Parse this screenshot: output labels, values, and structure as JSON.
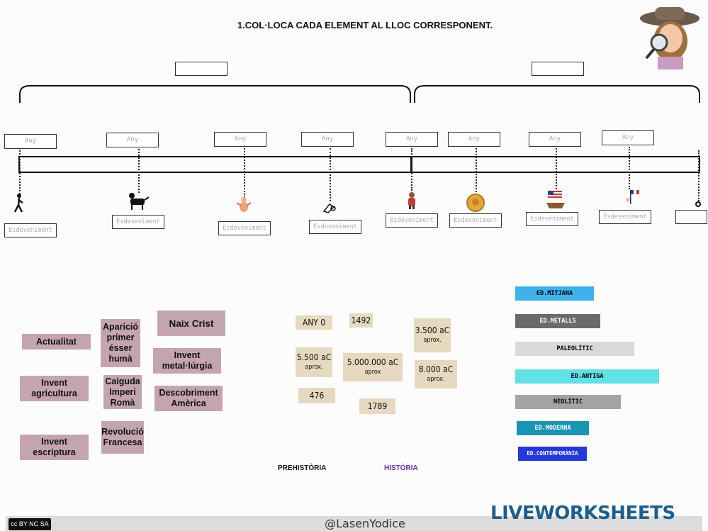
{
  "title": "1.COL·LOCA CADA ELEMENT AL LLOC CORRESPONENT.",
  "year_placeholder": "Any",
  "event_placeholder": "Esdeveniment",
  "event_cards": [
    "Actualitat",
    "Aparició primer ésser humà",
    "Naix Crist",
    "Invent metal·lúrgia",
    "Invent agricultura",
    "Caiguda Imperi Romà",
    "Descobriment Amèrica",
    "Invent escriptura",
    "Revolució Francesa"
  ],
  "year_cards": [
    {
      "main": "ANY 0",
      "sub": ""
    },
    {
      "main": "1492",
      "sub": ""
    },
    {
      "main": "3.500 aC",
      "sub": "aprox."
    },
    {
      "main": "5.500 aC",
      "sub": "aprox."
    },
    {
      "main": "5.000.000 aC",
      "sub": "aprox"
    },
    {
      "main": "8.000 aC",
      "sub": "aprox."
    },
    {
      "main": "476",
      "sub": ""
    },
    {
      "main": "1789",
      "sub": ""
    }
  ],
  "era_cards": [
    {
      "label": "ED.MITJANA",
      "color": "#3fb1ee"
    },
    {
      "label": "ED.METALLS",
      "color": "#6a6a6a"
    },
    {
      "label": "PALEOLÍTIC",
      "color": "#d9d9d9"
    },
    {
      "label": "ED.ANTIGA",
      "color": "#5fe1e6"
    },
    {
      "label": "NEOLÍTIC",
      "color": "#a3a3a3"
    },
    {
      "label": "ED.MODERNA",
      "color": "#1795b5"
    },
    {
      "label": "ED.CONTEMPORÀNIA",
      "color": "#2238e0"
    }
  ],
  "labels": {
    "prehistoria": "PREHISTÒRIA",
    "historia": "HISTÒRIA"
  },
  "footer": {
    "credit": "@LasenYodice",
    "brand": "LIVEWORKSHEETS",
    "license": "cc BY NC SA"
  },
  "icons": [
    "person-walking-icon",
    "animal-icon",
    "cupid-icon",
    "scroll-icon",
    "figure-icon",
    "coin-icon",
    "ship-flag-icon",
    "french-flag-icon"
  ]
}
